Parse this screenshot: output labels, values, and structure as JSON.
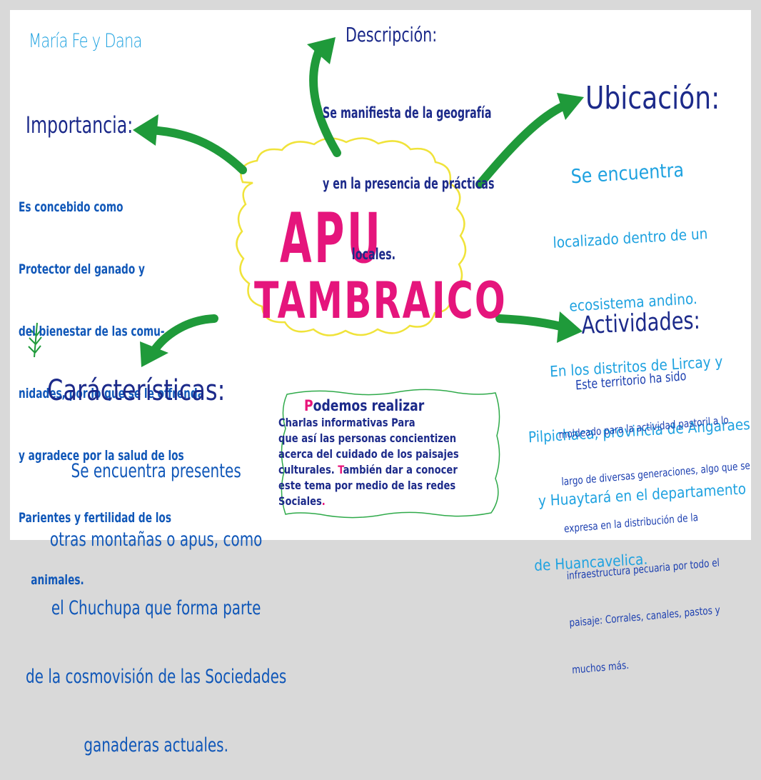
{
  "authors": "María Fe y Dana",
  "center": {
    "line1": "APU",
    "line2": "TAMBRAICO"
  },
  "importancia": {
    "title": "Importancia:",
    "lines": [
      "Es concebido como",
      "Protector del ganado y",
      "del bienestar de las comu-",
      "nidades, por lo que se le offrenda",
      "y agradece por la salud de los",
      "Parientes y fertilidad de los",
      "animales."
    ]
  },
  "descripcion": {
    "title": "Descripción:",
    "lines": [
      "Se manifiesta de la geografía",
      "y en la presencia de prácticas",
      "locales."
    ]
  },
  "ubicacion": {
    "title": "Ubicación:",
    "lines": [
      "Se encuentra",
      "localizado dentro de un",
      "ecosistema andino.",
      "En los distritos de Lircay y",
      "Pilpichaca, provincia de Angaraes",
      "y Huaytará en el departamento",
      "de Huancavelica."
    ]
  },
  "actividades": {
    "title": "Actividades:",
    "lines": [
      "Este territorio ha sido",
      "moldeado para la actividad pastoril a lo",
      "largo de diversas generaciones, algo que se",
      "expresa en la distribución de la",
      "infraestructura pecuaria por todo el",
      "paisaje: Corrales, canales, pastos y",
      "muchos más."
    ]
  },
  "caracteristicas": {
    "title": "Carácterísticas:",
    "lines": [
      "Se encuentra presentes",
      "otras montañas o apus, como",
      "el Chuchupa que forma parte",
      "de la cosmovisión de las Sociedades",
      "ganaderas actuales."
    ]
  },
  "podemos": {
    "l1_initial": "P",
    "l1_rest": "odemos realizar",
    "l2": "Charlas informativas Para",
    "l3": "que así las personas concientizen",
    "l4": "acerca del cuidado de los paisajes",
    "l5_a": "culturales. ",
    "l5_initial": "T",
    "l5_b": "ambién dar a conocer",
    "l6": "este tema por medio de las redes",
    "l7": "Sociales",
    "l7_dot": "."
  },
  "colors": {
    "arrow_green": "#1f9a3a",
    "cloud_yellow": "#f0e33a",
    "center_pink": "#e5157c",
    "dark_blue": "#1c2a8a",
    "light_blue": "#1fa2e0"
  }
}
